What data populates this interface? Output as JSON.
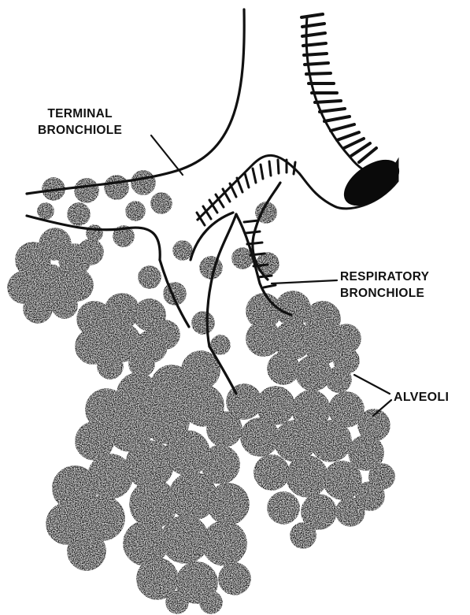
{
  "labels": {
    "terminal_bronchiole": [
      "TERMINAL",
      "BRONCHIOLE"
    ],
    "respiratory_bronchiole": [
      "RESPIRATORY",
      "BRONCHIOLE"
    ],
    "alveoli": "ALVEOLI"
  },
  "colors": {
    "ink": "#111111",
    "paper": "#ffffff",
    "speckle": "#f2f2f2"
  }
}
